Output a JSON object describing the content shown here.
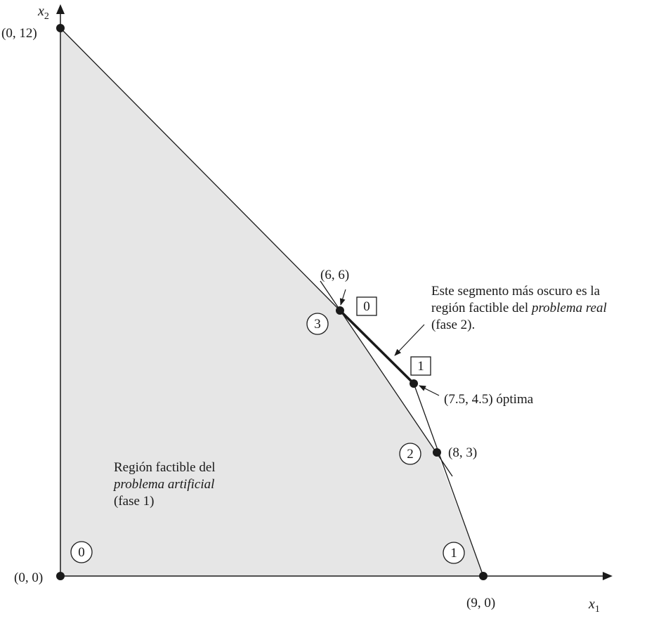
{
  "axes": {
    "x_label": "x",
    "x_subscript": "1",
    "y_label": "x",
    "y_subscript": "2"
  },
  "points": {
    "origin": "(0, 0)",
    "y_intercept": "(0, 12)",
    "x_intercept": "(9, 0)",
    "p66": "(6, 6)",
    "p83": "(8, 3)",
    "optimal": "(7.5, 4.5) óptima"
  },
  "circled_markers": [
    "0",
    "1",
    "2",
    "3"
  ],
  "boxed_markers": [
    "0",
    "1"
  ],
  "annotation_real": {
    "line1": "Este segmento más oscuro es la",
    "line2_prefix": "región factible del ",
    "line2_italic": "problema real",
    "line3": "(fase 2)."
  },
  "annotation_artificial": {
    "line1": "Región factible del",
    "line2_italic": "problema artificial",
    "line3": "(fase 1)"
  },
  "colors": {
    "region_fill": "#e6e6e6",
    "line": "#1a1a1a",
    "background": "#ffffff"
  }
}
